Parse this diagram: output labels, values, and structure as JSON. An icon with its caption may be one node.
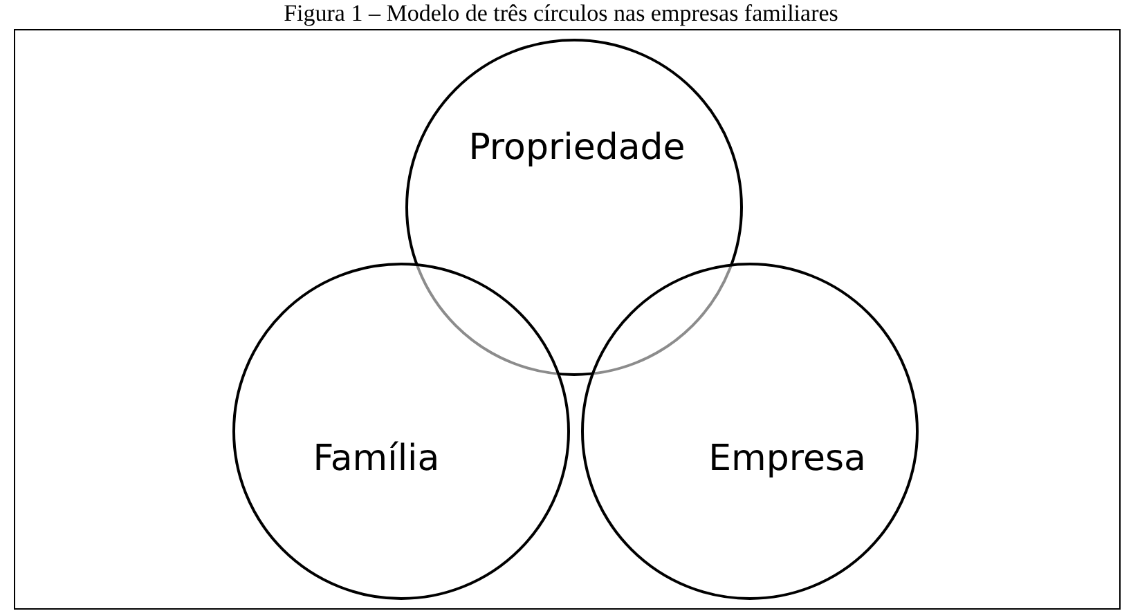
{
  "diagram": {
    "title": "Figura 1 – Modelo de três círculos nas empresas familiares",
    "nodes": [
      {
        "text": [
          "Propriedade"
        ]
      },
      {
        "text": [
          "Família"
        ]
      },
      {
        "text": [
          "Empresa"
        ]
      }
    ]
  }
}
